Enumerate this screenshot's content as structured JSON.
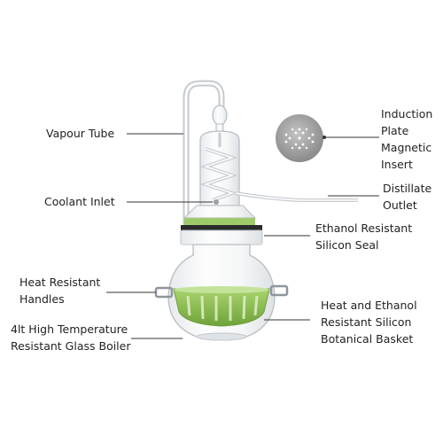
{
  "labels": {
    "vapour_tube": [
      "Vapour Tube"
    ],
    "coolant_inlet": [
      "Coolant Inlet"
    ],
    "heat_resistant_handles": [
      "Heat Resistant",
      "Handles"
    ],
    "glass_boiler": [
      "4lt High Temperature",
      "Resistant Glass Boiler"
    ],
    "induction_plate": [
      "Induction",
      "Plate",
      "Magnetic",
      "Insert"
    ],
    "distillate_outlet": [
      "Distillate",
      "Outlet"
    ],
    "silicon_seal": [
      "Ethanol Resistant",
      "Silicon Seal"
    ],
    "botanical_basket": [
      "Heat and Ethanol",
      "Resistant Silicon",
      "Botanical Basket"
    ]
  },
  "colors": {
    "text": "#222222",
    "leader_line": "#333333",
    "glass_edge": "#b8bec4",
    "basket_green": "#8fc256",
    "plate_grey": "#9a9a9a"
  },
  "icons": {
    "plate": "perforated-disc-icon",
    "still": "glass-still-illustration"
  }
}
